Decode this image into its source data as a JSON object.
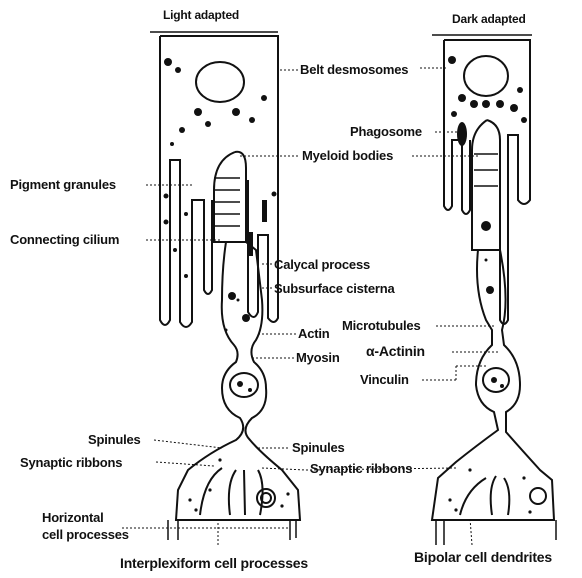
{
  "headings": {
    "left": "Light adapted",
    "right": "Dark adapted"
  },
  "labels": {
    "belt_desmosomes": "Belt desmosomes",
    "phagosome": "Phagosome",
    "myeloid_bodies": "Myeloid bodies",
    "pigment_granules": "Pigment granules",
    "connecting_cilium": "Connecting cilium",
    "calycal_process": "Calycal process",
    "subsurface_cisterna": "Subsurface cisterna",
    "actin": "Actin",
    "microtubules": "Microtubules",
    "myosin": "Myosin",
    "alpha_actinin": "α-Actinin",
    "vinculin": "Vinculin",
    "spinules_left": "Spinules",
    "spinules_right": "Spinules",
    "synaptic_ribbons_left": "Synaptic ribbons",
    "synaptic_ribbons_right": "Synaptic ribbons",
    "horizontal_line1": "Horizontal",
    "horizontal_line2": "cell processes",
    "interplexiform": "Interplexiform cell processes",
    "bipolar": "Bipolar cell dendrites"
  },
  "colors": {
    "ink": "#111111",
    "background": "#ffffff"
  }
}
